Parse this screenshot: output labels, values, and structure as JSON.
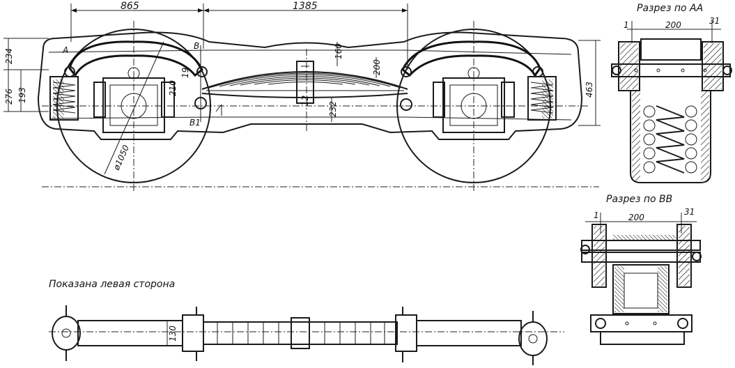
{
  "main_view": {
    "dim_865": "865",
    "dim_1385": "1385",
    "dim_234": "234",
    "dim_276": "276",
    "dim_193": "193",
    "dim_19": "19",
    "dim_210": "210",
    "dim_160": "160",
    "dim_200": "200",
    "dim_463": "463",
    "dim_12": "12",
    "dim_232": "232",
    "wheel_diameter": "ø1050",
    "mark_B": "В",
    "mark_B1": "В1",
    "mark_A": "А"
  },
  "section_aa": {
    "title": "Разрез по АА",
    "dim_1": "1",
    "dim_200": "200",
    "dim_31": "31"
  },
  "section_bb": {
    "title": "Разрез по ВВ",
    "dim_1": "1",
    "dim_200": "200",
    "dim_31": "31"
  },
  "plan_view": {
    "caption": "Показана левая сторона",
    "dim_130": "130"
  }
}
